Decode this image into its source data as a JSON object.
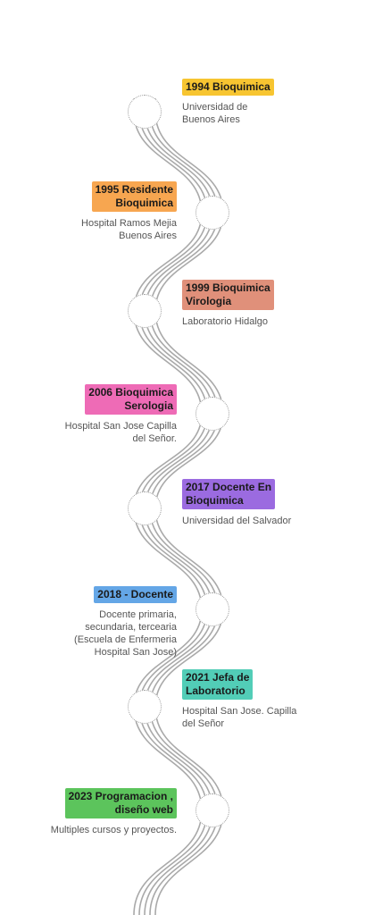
{
  "timeline": [
    {
      "title": "1994 Bioquimica",
      "desc": "Universidad de\nBuenos Aires",
      "color": "#F7C531",
      "side": "right"
    },
    {
      "title": "1995 Residente\nBioquimica",
      "desc": "Hospital Ramos Mejia\nBuenos Aires",
      "color": "#F7A650",
      "side": "left"
    },
    {
      "title": "1999 Bioquimica\nVirologia",
      "desc": "Laboratorio Hidalgo",
      "color": "#E0907A",
      "side": "right"
    },
    {
      "title": "2006 Bioquimica\nSerologia",
      "desc": "Hospital San Jose Capilla\ndel Señor.",
      "color": "#EE6BB6",
      "side": "left"
    },
    {
      "title": "2017 Docente En\nBioquimica",
      "desc": "Universidad del Salvador",
      "color": "#9B6BE0",
      "side": "right"
    },
    {
      "title": "2018 - Docente",
      "desc": "Docente primaria,\nsecundaria, tercearia\n(Escuela de Enfermeria\nHospital San Jose)",
      "color": "#64A6E6",
      "side": "left"
    },
    {
      "title": "2021 Jefa de\nLaboratorio",
      "desc": "Hospital San Jose. Capilla\ndel Señor",
      "color": "#52CDB7",
      "side": "right"
    },
    {
      "title": "2023 Programacion ,\ndiseño web",
      "desc": "Multiples cursos y proyectos.",
      "color": "#5CC45C",
      "side": "left"
    }
  ]
}
